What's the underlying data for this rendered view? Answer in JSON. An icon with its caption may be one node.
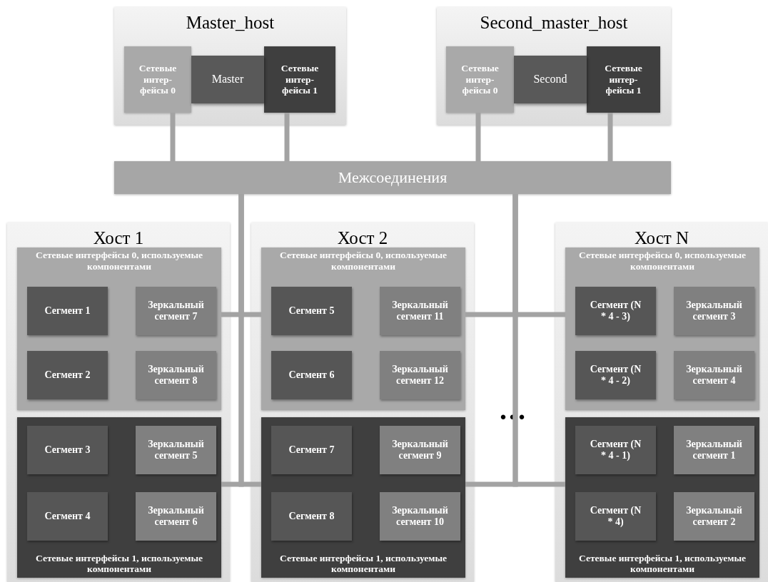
{
  "diagram": {
    "nodes": [
      {
        "text": [
          "Master_host"
        ]
      },
      {
        "text": [
          "Сетевые интер-фейсы 0"
        ],
        "in": 0
      },
      {
        "text": [
          "Master"
        ],
        "in": 0
      },
      {
        "text": [
          "Сетевые интер-фейсы 1"
        ],
        "in": 0
      },
      {
        "text": [
          "Second_master_host"
        ]
      },
      {
        "text": [
          "Сетевые интер-фейсы 0"
        ],
        "in": 4
      },
      {
        "text": [
          "Second"
        ],
        "in": 4
      },
      {
        "text": [
          "Сетевые интер-фейсы 1"
        ],
        "in": 4
      },
      {
        "text": [
          "Межсоединения"
        ]
      },
      {
        "text": [
          "Хост 1"
        ]
      },
      {
        "text": [
          "Сетевые интерфейсы 0, используемые компонентами"
        ],
        "in": 9
      },
      {
        "text": [
          "Сегмент 1"
        ],
        "in": 10
      },
      {
        "text": [
          "Зеркальный сегмент 7"
        ],
        "in": 10
      },
      {
        "text": [
          "Сегмент 2"
        ],
        "in": 10
      },
      {
        "text": [
          "Зеркальный сегмент 8"
        ],
        "in": 10
      },
      {
        "text": [
          "Сетевые интерфейсы 1, используемые компонентами"
        ],
        "in": 9
      },
      {
        "text": [
          "Сегмент 3"
        ],
        "in": 15
      },
      {
        "text": [
          "Зеркальный сегмент 5"
        ],
        "in": 15
      },
      {
        "text": [
          "Сегмент 4"
        ],
        "in": 15
      },
      {
        "text": [
          "Зеркальный сегмент 6"
        ],
        "in": 15
      },
      {
        "text": [
          "Хост 2"
        ]
      },
      {
        "text": [
          "Сетевые интерфейсы 0, используемые компонентами"
        ],
        "in": 20
      },
      {
        "text": [
          "Сегмент 5"
        ],
        "in": 21
      },
      {
        "text": [
          "Зеркальный сегмент 11"
        ],
        "in": 21
      },
      {
        "text": [
          "Сегмент 6"
        ],
        "in": 21
      },
      {
        "text": [
          "Зеркальный сегмент 12"
        ],
        "in": 21
      },
      {
        "text": [
          "Сетевые интерфейсы 1, используемые компонентами"
        ],
        "in": 20
      },
      {
        "text": [
          "Сегмент 7"
        ],
        "in": 26
      },
      {
        "text": [
          "Зеркальный сегмент 9"
        ],
        "in": 26
      },
      {
        "text": [
          "Сегмент 8"
        ],
        "in": 26
      },
      {
        "text": [
          "Зеркальный сегмент 10"
        ],
        "in": 26
      },
      {
        "text": [
          "Хост N"
        ]
      },
      {
        "text": [
          "Сетевые интерфейсы 0, используемые компонентами"
        ],
        "in": 31
      },
      {
        "text": [
          "Сегмент (N * 4 - 3)"
        ],
        "in": 32
      },
      {
        "text": [
          "Зеркальный сегмент 3"
        ],
        "in": 32
      },
      {
        "text": [
          "Сегмент (N * 4 - 2)"
        ],
        "in": 32
      },
      {
        "text": [
          "Зеркальный сегмент 4"
        ],
        "in": 32
      },
      {
        "text": [
          "Сетевые интерфейсы 1, используемые компонентами"
        ],
        "in": 31
      },
      {
        "text": [
          "Сегмент (N * 4 - 1)"
        ],
        "in": 37
      },
      {
        "text": [
          "Зеркальный сегмент 1"
        ],
        "in": 37
      },
      {
        "text": [
          "Сегмент (N * 4)"
        ],
        "in": 37
      },
      {
        "text": [
          "Зеркальный сегмент 2"
        ],
        "in": 37
      }
    ],
    "edges": [
      {
        "from": 1,
        "to": 8,
        "arrow": "none"
      },
      {
        "from": 3,
        "to": 8,
        "arrow": "none"
      },
      {
        "from": 5,
        "to": 8,
        "arrow": "none"
      },
      {
        "from": 7,
        "to": 8,
        "arrow": "none"
      },
      {
        "from": 8,
        "to": 10,
        "arrow": "none"
      },
      {
        "from": 8,
        "to": 21,
        "arrow": "none"
      },
      {
        "from": 8,
        "to": 15,
        "arrow": "none"
      },
      {
        "from": 8,
        "to": 26,
        "arrow": "none"
      },
      {
        "from": 8,
        "to": 21,
        "arrow": "none"
      },
      {
        "from": 8,
        "to": 32,
        "arrow": "none"
      },
      {
        "from": 8,
        "to": 26,
        "arrow": "none"
      },
      {
        "from": 8,
        "to": 37,
        "arrow": "none"
      }
    ],
    "labels": [
      "..."
    ]
  }
}
